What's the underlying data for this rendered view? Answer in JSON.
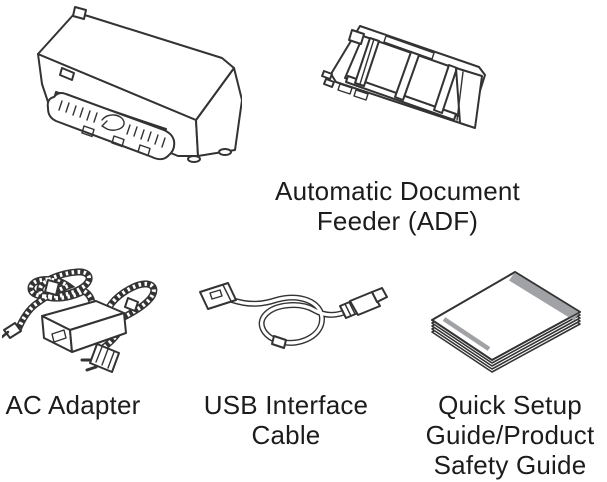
{
  "colors": {
    "background": "#ffffff",
    "line_art": "#333333",
    "label_text": "#1c1c1c",
    "booklet_gray": "#a0a2a5"
  },
  "items": {
    "scanner": {
      "illustration": "scanner-line-art"
    },
    "adf": {
      "illustration": "adf-line-art",
      "label": "Automatic Document\nFeeder (ADF)"
    },
    "ac_adapter": {
      "illustration": "ac-adapter-line-art",
      "label": "AC Adapter"
    },
    "usb_cable": {
      "illustration": "usb-cable-line-art",
      "label": "USB Interface\nCable"
    },
    "guide": {
      "illustration": "booklet-line-art",
      "label": "Quick Setup\nGuide/Product\nSafety Guide"
    }
  }
}
